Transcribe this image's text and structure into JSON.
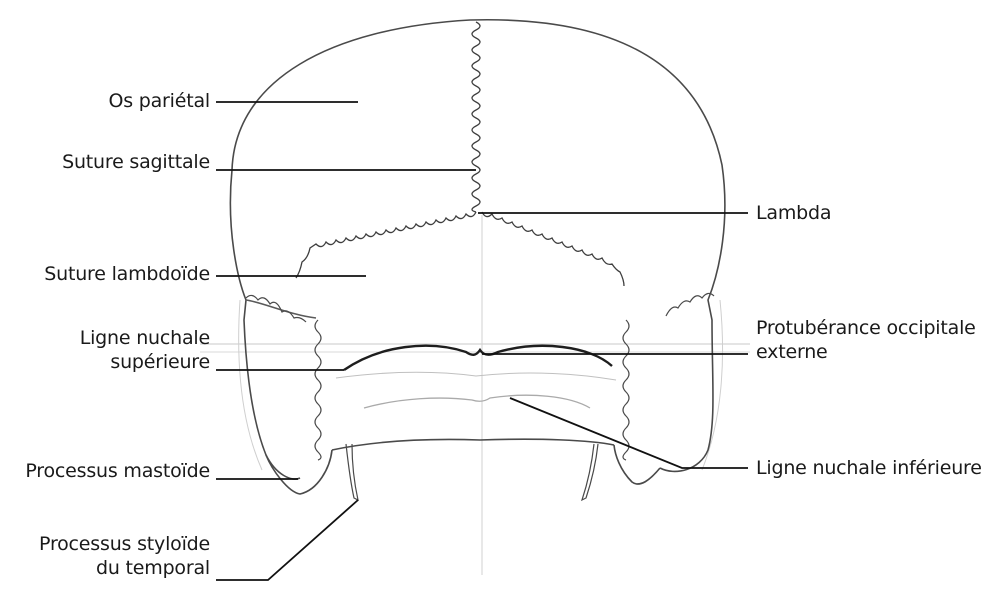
{
  "labels": {
    "os_parietal": "Os pariétal",
    "suture_sagittale": "Suture sagittale",
    "lambda": "Lambda",
    "suture_lambdoide": "Suture lambdoïde",
    "ligne_nuchale_sup_1": "Ligne nuchale",
    "ligne_nuchale_sup_2": "supérieure",
    "protuberance_1": "Protubérance occipitale",
    "protuberance_2": "externe",
    "processus_mastoide": "Processus mastoïde",
    "ligne_nuchale_inf": "Ligne nuchale inférieure",
    "processus_styloide_1": "Processus styloïde",
    "processus_styloide_2": "du temporal"
  },
  "colors": {
    "outline": "#4a4a4a",
    "guide": "#bdbdbd",
    "leader": "#111111",
    "text": "#1a1a1a"
  }
}
